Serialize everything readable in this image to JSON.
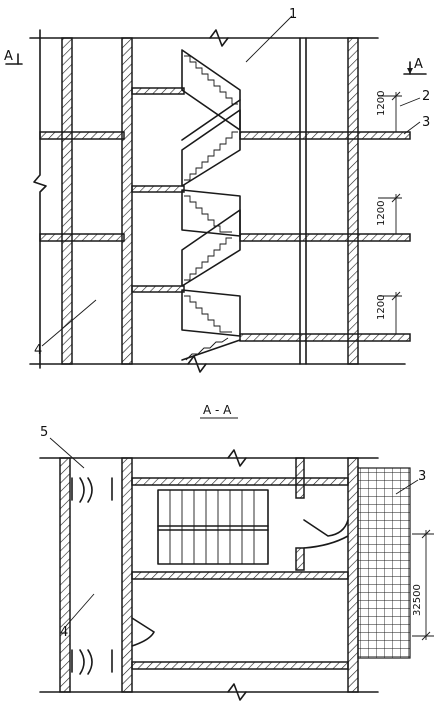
{
  "figure": {
    "section_marker_left": "A",
    "section_marker_right": "A",
    "section_title": "A - A"
  },
  "callouts": {
    "c1": "1",
    "c2": "2",
    "c3_top": "3",
    "c4_top": "4",
    "c5": "5",
    "c3_bottom": "3",
    "c4_bottom": "4"
  },
  "dimensions": {
    "level_1": "1200",
    "level_2": "1200",
    "level_3": "1200",
    "span": "32500"
  }
}
